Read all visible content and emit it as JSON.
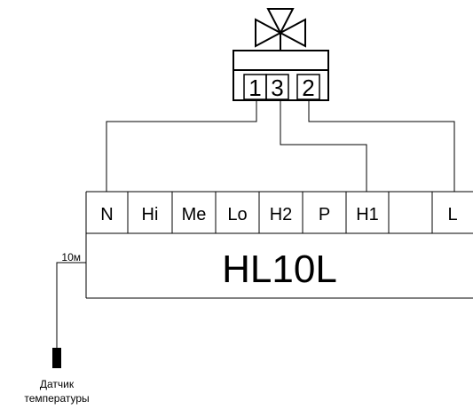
{
  "valve": {
    "terminals": [
      "1",
      "3",
      "2"
    ]
  },
  "controller": {
    "model": "HL10L",
    "terminals": [
      "N",
      "Hi",
      "Me",
      "Lo",
      "H2",
      "P",
      "H1",
      "",
      "L"
    ]
  },
  "sensor": {
    "cable_length": "10м",
    "label_line1": "Датчик",
    "label_line2": "температуры"
  }
}
